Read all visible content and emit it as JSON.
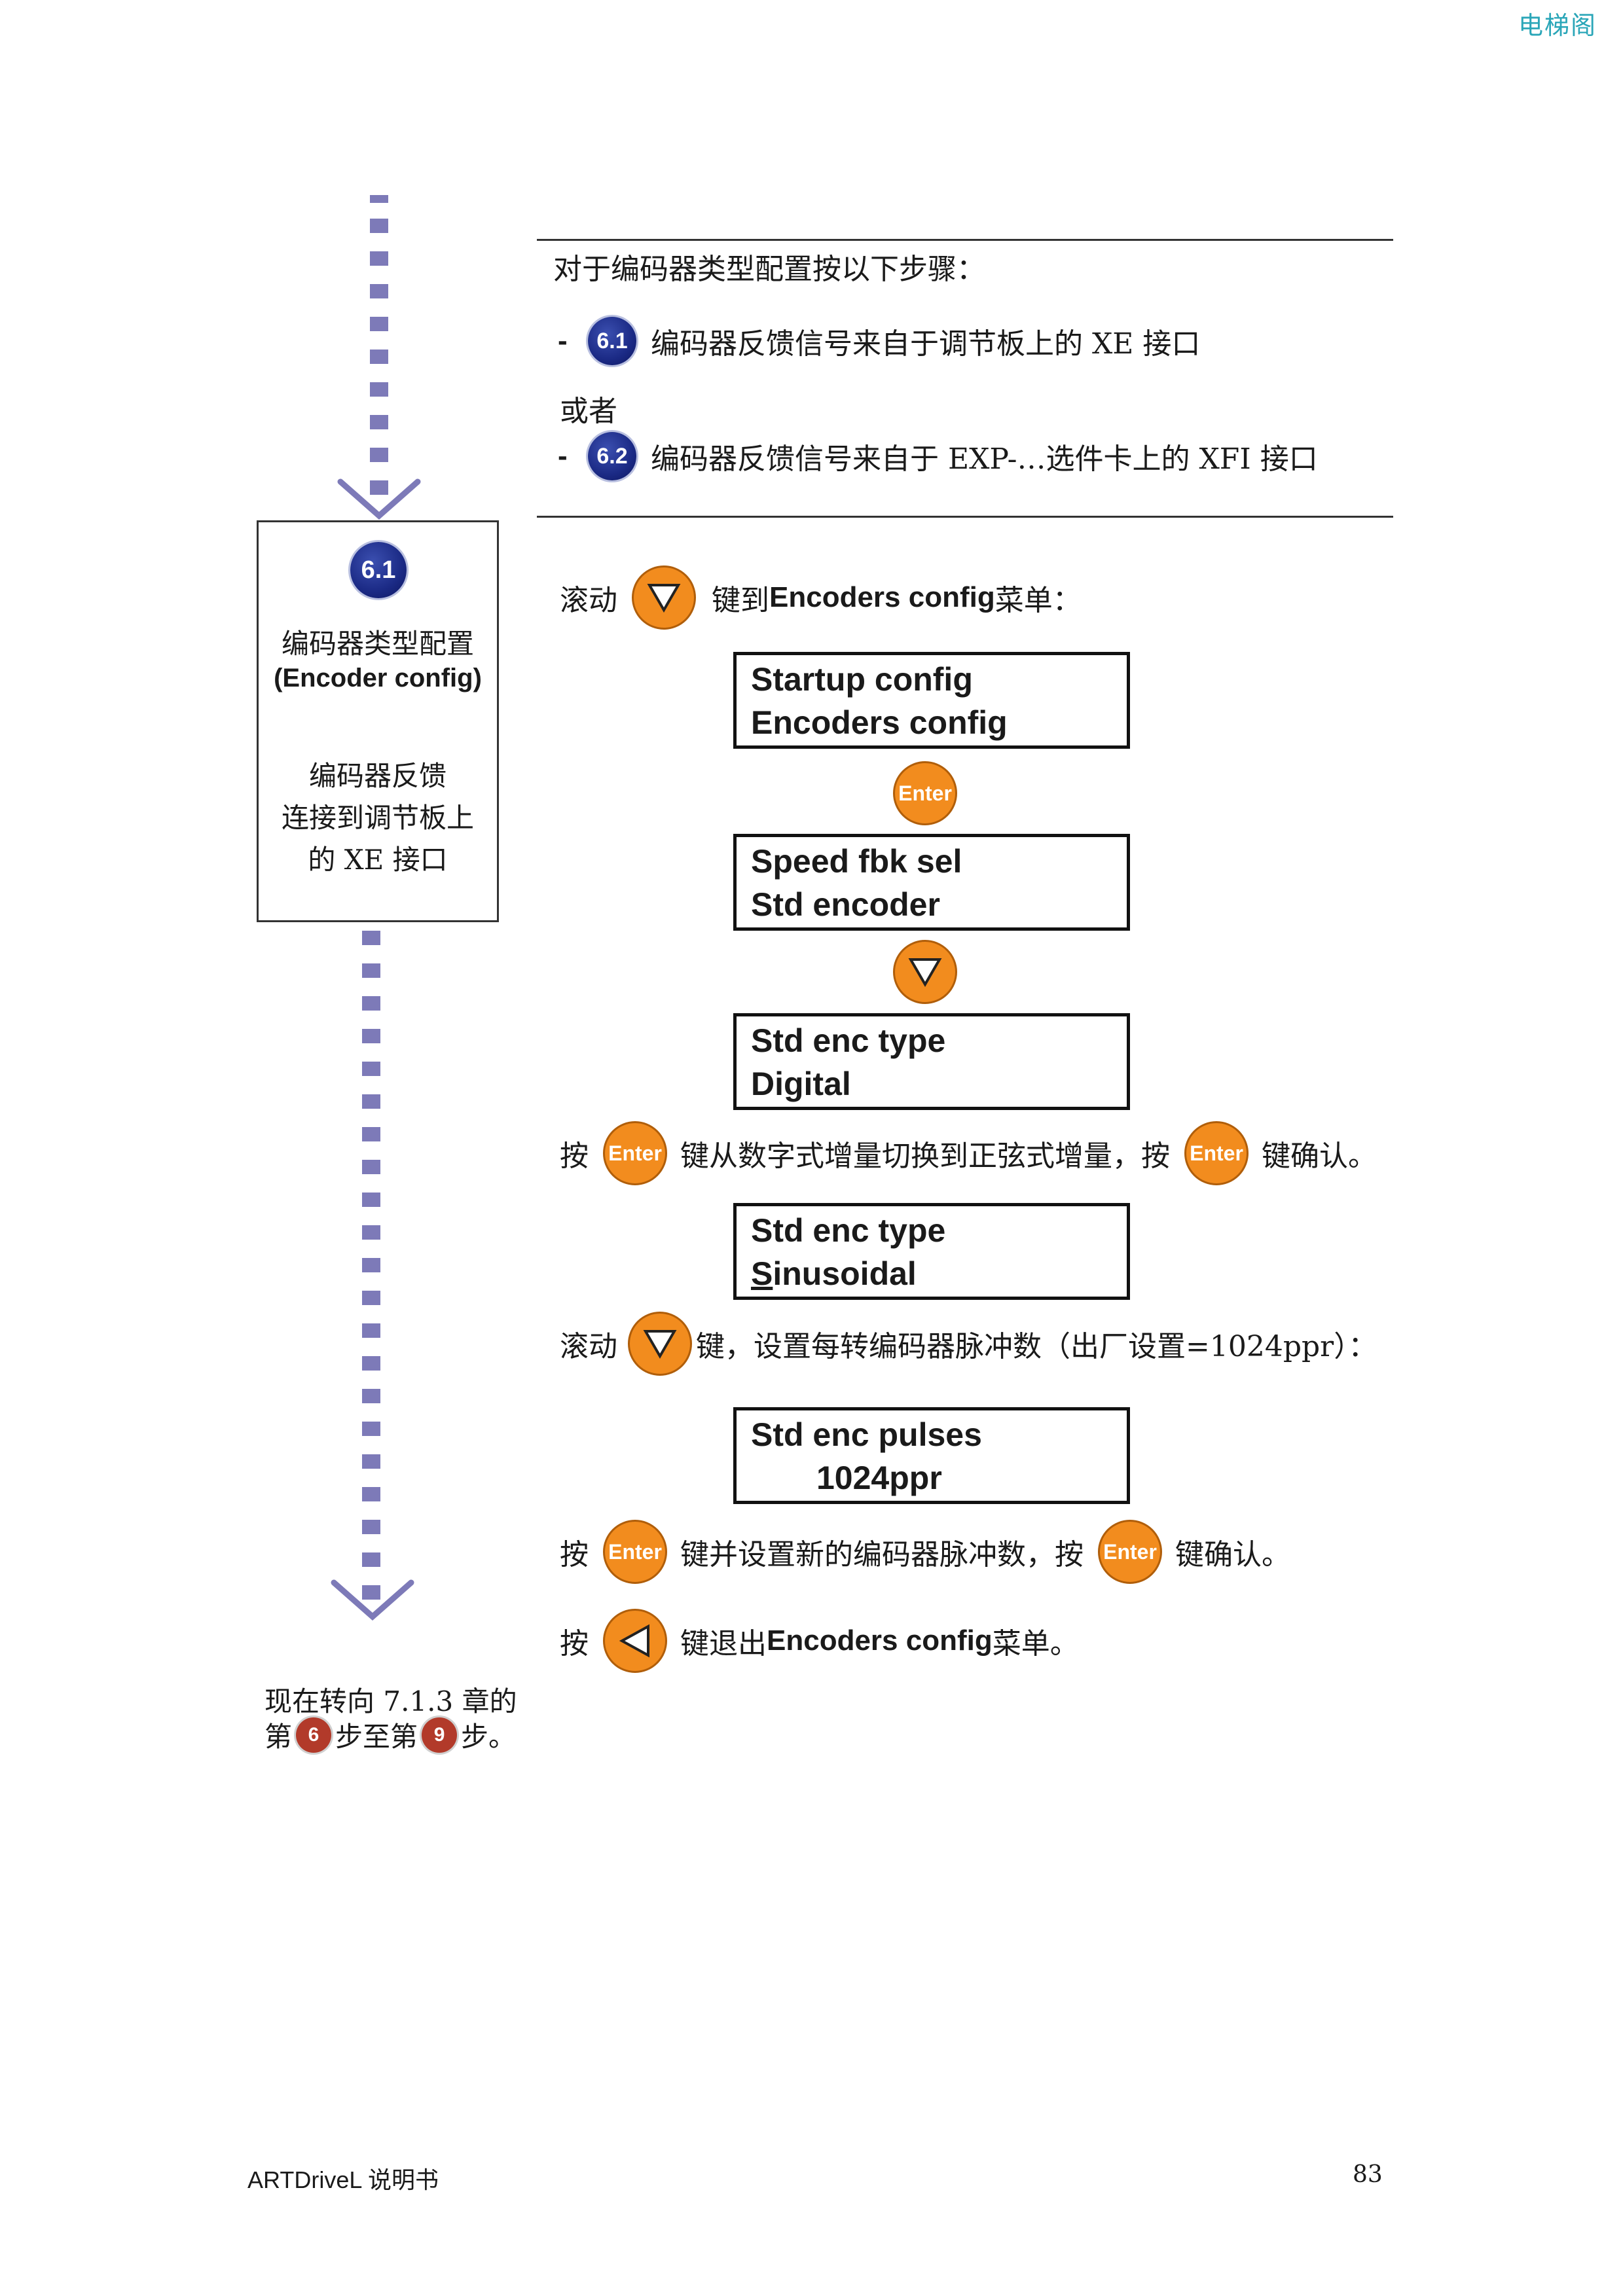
{
  "watermark": "电梯阁",
  "intro": {
    "heading": "对于编码器类型配置按以下步骤：",
    "dash": "-",
    "option1_badge": "6.1",
    "option1_text": "编码器反馈信号来自于调节板上的 XE 接口",
    "or_text": "或者",
    "option2_badge": "6.2",
    "option2_text": "编码器反馈信号来自于 EXP-…选件卡上的 XFI 接口"
  },
  "step_box": {
    "badge": "6.1",
    "title": "编码器类型配置",
    "subtitle": "(Encoder config)",
    "line1": "编码器反馈",
    "line2": "连接到调节板上",
    "line3": "的 XE 接口"
  },
  "instructions": {
    "scroll_prefix": "滚动",
    "scroll_suffix_a": "键到 ",
    "scroll_menu": "Encoders config",
    "scroll_suffix_b": " 菜单：",
    "press": "按",
    "switch_text": "键从数字式增量切换到正弦式增量，按",
    "confirm": "键确认。",
    "scroll2_prefix": "滚动",
    "scroll2_text": "键，设置每转编码器脉冲数（出厂设置=1024ppr）：",
    "press2": "按",
    "set_pulses_text": "键并设置新的编码器脉冲数，按",
    "confirm2": "键确认。",
    "press3": "按",
    "exit_prefix": "键退出 ",
    "exit_menu": "Encoders config",
    "exit_suffix": " 菜单。"
  },
  "keys": {
    "enter": "Enter",
    "down_icon": "down-arrow-icon",
    "left_icon": "left-arrow-icon"
  },
  "lcd": [
    {
      "line1": "Startup config",
      "line2": "Encoders config"
    },
    {
      "line1": "Speed fbk sel",
      "line2": "Std encoder"
    },
    {
      "line1": "Std enc type",
      "line2": "Digital"
    },
    {
      "line1": "Std enc type",
      "line2_cursor": "S",
      "line2": "inusoidal"
    },
    {
      "line1": "Std enc pulses",
      "line2": "1024ppr"
    }
  ],
  "next_step": {
    "line1": "现在转向 7.1.3 章的",
    "prefix": "第",
    "from_badge": "6",
    "mid": "步至第",
    "to_badge": "9",
    "suffix": "步。"
  },
  "footer": {
    "left": "ARTDriveL 说明书",
    "page": "83"
  },
  "colors": {
    "accent_orange": "#f28c1e",
    "flow_dash": "#7d7ab8",
    "badge_blue": "#1b2a85",
    "badge_red": "#b23a2a"
  }
}
